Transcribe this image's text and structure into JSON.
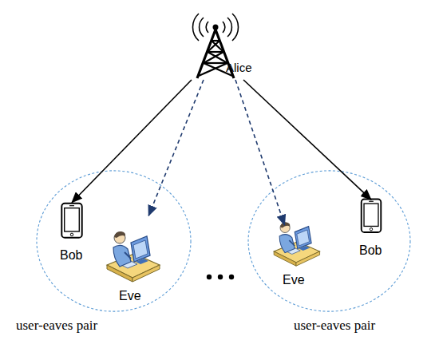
{
  "diagram": {
    "nodes": [
      {
        "text": [
          "Alice"
        ]
      },
      {
        "text": [
          "user-eaves pair"
        ]
      },
      {
        "text": [
          "Bob"
        ],
        "in": 1
      },
      {
        "text": [
          "Eve"
        ],
        "in": 1
      },
      {
        "text": [
          "user-eaves pair"
        ]
      },
      {
        "text": [
          "Eve"
        ],
        "in": 4
      },
      {
        "text": [
          "Bob"
        ],
        "in": 4
      }
    ],
    "edges": [
      {
        "from": 0,
        "to": 2,
        "arrow": "to"
      },
      {
        "from": 0,
        "to": 3,
        "arrow": "to"
      },
      {
        "from": 0,
        "to": 5,
        "arrow": "to"
      },
      {
        "from": 0,
        "to": 6,
        "arrow": "to"
      }
    ]
  }
}
